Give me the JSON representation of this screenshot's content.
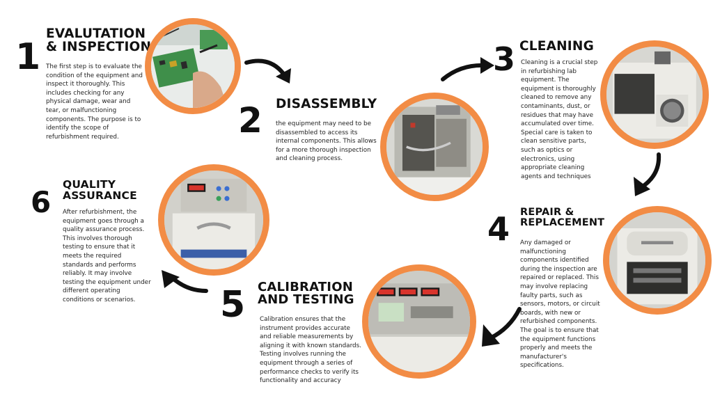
{
  "accent_color": "#f28c45",
  "steps": [
    {
      "number": "1",
      "title_line1": "EVALUTATION",
      "title_line2": "& INSPECTION",
      "description": "The first step is to evaluate the condition of the equipment and inspect it thoroughly. This includes checking for any physical damage, wear and tear, or malfunctioning components. The purpose is to identify the scope of refurbishment required.",
      "image": "circuit-board-soldering-photo"
    },
    {
      "number": "2",
      "title_line1": "DISASSEMBLY",
      "title_line2": "",
      "description": "the equipment may need to be disassembled to access its internal components. This allows for a more thorough inspection and cleaning process.",
      "image": "disassembled-equipment-photo"
    },
    {
      "number": "3",
      "title_line1": "CLEANING",
      "title_line2": "",
      "description": "Cleaning is a crucial step in refurbishing lab equipment. The equipment is thoroughly cleaned to remove any contaminants, dust, or residues that may have accumulated over time. Special care is taken to clean sensitive parts, such as optics or electronics, using appropriate cleaning agents and techniques",
      "image": "cleaned-unit-fan-photo"
    },
    {
      "number": "4",
      "title_line1": "REPAIR &",
      "title_line2": "REPLACEMENT",
      "description": "Any damaged or malfunctioning components identified during the inspection are repaired or replaced. This may involve replacing faulty parts, such as sensors, motors, or circuit boards, with new or refurbished components. The goal is to ensure that the equipment functions properly and meets the manufacturer's specifications.",
      "image": "centrifuge-open-photo"
    },
    {
      "number": "5",
      "title_line1": "CALIBRATION",
      "title_line2": "AND TESTING",
      "description": "Calibration ensures that the instrument provides accurate and reliable measurements by aligning it with known standards. Testing involves running the equipment through a series of performance checks to verify its functionality and accuracy",
      "image": "centrifuge-display-panel-photo"
    },
    {
      "number": "6",
      "title_line1": "QUALITY",
      "title_line2": "ASSURANCE",
      "description": "After refurbishment, the equipment goes through a quality assurance process. This involves thorough testing to ensure that it meets the required standards and performs reliably. It may involve testing the equipment under different operating conditions or scenarios.",
      "image": "centrifuge-finished-photo"
    }
  ]
}
